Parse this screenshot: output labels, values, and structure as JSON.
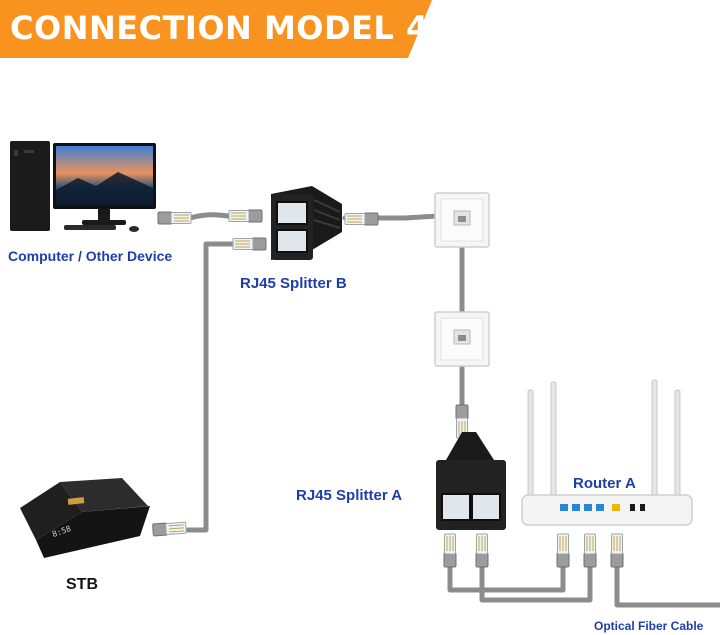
{
  "header": {
    "title": "CONNECTION MODEL 4",
    "accent_color": "#f7931e"
  },
  "labels": {
    "computer": "Computer / Other Device",
    "splitter_b": "RJ45 Splitter B",
    "router_a": "Router A",
    "splitter_a": "RJ45 Splitter A",
    "stb": "STB",
    "fiber": "Optical Fiber Cable"
  },
  "stb_display": "8:58",
  "colors": {
    "label_blue": "#1f3fa8",
    "cable_gray": "#8c8c8c",
    "device_black": "#1b1b1b",
    "router_port_blue": "#2a86d9",
    "router_port_yellow": "#f2b705"
  }
}
